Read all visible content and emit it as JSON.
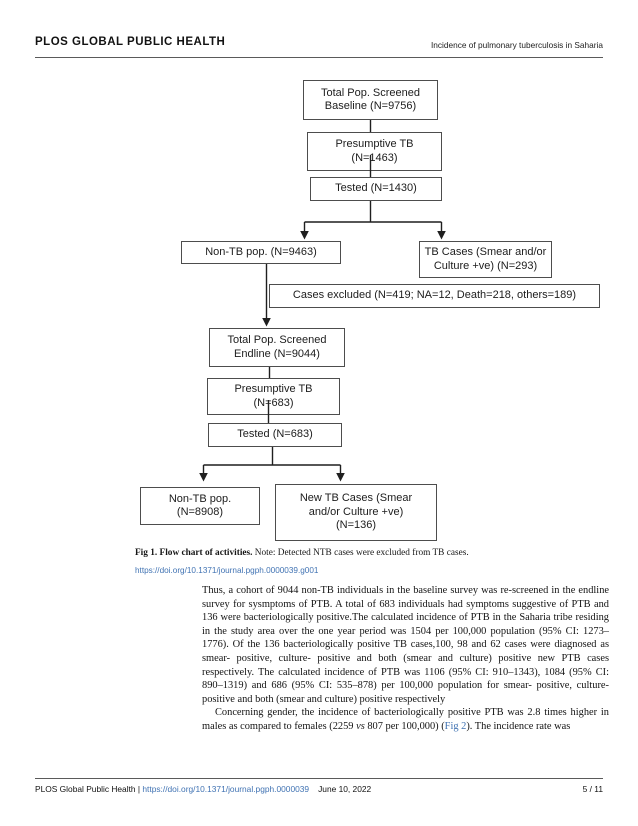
{
  "header": {
    "journal_name": "PLOS GLOBAL PUBLIC HEALTH",
    "running_title": "Incidence of pulmonary tuberculosis in Saharia"
  },
  "flowchart": {
    "boxes": {
      "baseline_screened": "Total Pop. Screened\nBaseline (N=9756)",
      "presumptive_tb_baseline": "Presumptive TB\n(N=1463)",
      "tested_baseline": "Tested (N=1430)",
      "non_tb_baseline": "Non-TB pop. (N=9463)",
      "tb_cases_baseline": "TB Cases (Smear and/or\nCulture +ve) (N=293)",
      "cases_excluded": "Cases excluded (N=419; NA=12, Death=218, others=189)",
      "endline_screened": "Total Pop. Screened\nEndline (N=9044)",
      "presumptive_tb_endline": "Presumptive TB\n(N=683)",
      "tested_endline": "Tested (N=683)",
      "non_tb_endline": "Non-TB pop.\n(N=8908)",
      "new_tb_cases": "New TB Cases (Smear\nand/or Culture +ve)\n(N=136)"
    }
  },
  "figure": {
    "caption_label": "Fig 1. Flow chart of activities.",
    "caption_note": " Note: Detected NTB cases were excluded from TB cases.",
    "doi": "https://doi.org/10.1371/journal.pgph.0000039.g001"
  },
  "body": {
    "paragraph1": "Thus, a cohort of 9044 non-TB individuals in the baseline survey was re-screened in the endline survey for sysmptoms of PTB. A total of 683 individuals had symptoms suggestive of PTB and 136 were bacteriologically positive.The calculated incidence of PTB in the Saharia tribe residing in the study area over the one year period was 1504 per 100,000 population (95% CI: 1273–1776). Of the 136 bacteriologically positive TB cases,100, 98 and 62 cases were diagnosed as smear- positive, culture- positive and both (smear and culture) positive new PTB cases respectively. The calculated incidence of PTB was 1106 (95% CI: 910–1343), 1084 (95% CI: 890–1319) and 686 (95% CI: 535–878) per 100,000 population for smear- positive, culture- positive and both (smear and culture) positive respectively",
    "paragraph2": {
      "part1": "Concerning gender, the incidence of bacteriologically positive PTB was 2.8 times higher in males as compared to females (2259 ",
      "vs_italic": "vs",
      "part2": " 807 per 100,000) (",
      "fig2_link": "Fig 2",
      "part3": "). The incidence rate was"
    }
  },
  "footer": {
    "journal_name": "PLOS Global Public Health | ",
    "doi": "https://doi.org/10.1371/journal.pgph.0000039",
    "date": "June 10, 2022",
    "page_number": "5 / 11"
  },
  "colors": {
    "link_blue": "#4173b3",
    "box_border": "#4d4d4d",
    "text": "#141414"
  }
}
